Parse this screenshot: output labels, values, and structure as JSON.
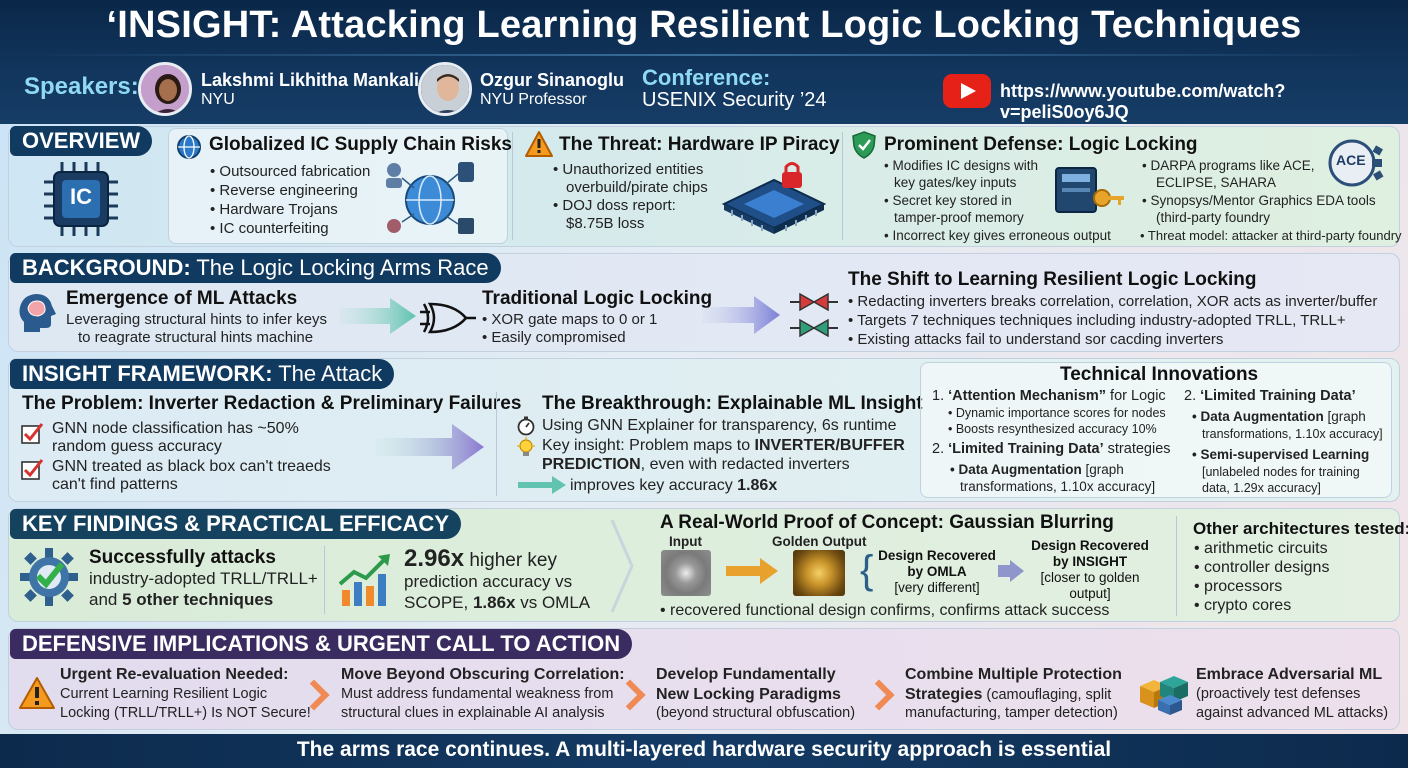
{
  "header": {
    "title": "‘INSIGHT: Attacking Learning Resilient Logic Locking Techniques",
    "speakers_label": "Speakers:",
    "speakers": [
      {
        "name": "Lakshmi Likhitha Mankali",
        "affiliation": "NYU"
      },
      {
        "name": "Ozgur Sinanoglu",
        "affiliation": "NYU Professor"
      }
    ],
    "conference_label": "Conference:",
    "conference": "USENIX Security ’24",
    "youtube_url": "https://www.youtube.com/watch?v=peliS0oy6JQ"
  },
  "overview": {
    "label": "OVERVIEW",
    "ic_label": "IC",
    "supply_chain": {
      "title": "Globalized IC Supply Chain Risks",
      "items": [
        "• Outsourced fabrication",
        "• Reverse engineering",
        "• Hardware Trojans",
        "• IC counterfeiting"
      ]
    },
    "threat": {
      "title": "The Threat: Hardware IP Piracy",
      "items": [
        "• Unauthorized entities",
        "overbuild/pirate chips",
        "• DOJ doss report:",
        "$8.75B loss"
      ]
    },
    "defense": {
      "title": "Prominent Defense: Logic Locking",
      "left": [
        "• Modifies IC designs with",
        "key gates/key inputs",
        "• Secret key stored in",
        "tamper-proof memory",
        "• Incorrect key gives erroneous output"
      ],
      "right": [
        "• DARPA programs like ACE,",
        "ECLIPSE, SAHARA",
        "• Synopsys/Mentor Graphics EDA tools",
        "(third-party foundry",
        "• Threat model: attacker at third-party foundry"
      ],
      "ace_label": "ACE"
    }
  },
  "background": {
    "label_bold": "BACKGROUND:",
    "label_light": " The Logic Locking Arms Race",
    "ml": {
      "title": "Emergence of ML Attacks",
      "lines": [
        "Leveraging structural hints to infer keys",
        "to reagrate structural hints machine"
      ]
    },
    "traditional": {
      "title": "Traditional Logic Locking",
      "items": [
        "• XOR gate maps to 0 or 1",
        "• Easily compromised"
      ]
    },
    "shift": {
      "title": "The Shift to Learning Resilient Logic Locking",
      "items": [
        "• Redacting inverters breaks correlation, correlation, XOR acts as inverter/buffer",
        "• Targets 7 techniques techniques including industry-adopted TRLL, TRLL+",
        "• Existing attacks fail to understand sor cacding inverters"
      ]
    }
  },
  "framework": {
    "label_bold": "INSIGHT FRAMEWORK:",
    "label_light": " The Attack",
    "problem": {
      "title": "The Problem: Inverter Redaction & Preliminary Failures",
      "items": [
        [
          "GNN node classification has ~50%",
          "random guess accuracy"
        ],
        [
          "GNN treated as black box can't treaeds",
          "can't find patterns"
        ]
      ]
    },
    "breakthrough": {
      "title": "The Breakthrough: Explainable ML Insight",
      "line1": "Using GNN Explainer for transparency, 6s runtime",
      "line2a": "Key insight: Problem maps to ",
      "line2b": "INVERTER/BUFFER",
      "line3a": "PREDICTION",
      "line3b": ", even with redacted inverters",
      "line4a": "improves key accuracy ",
      "line4b": "1.86x"
    },
    "tech": {
      "title": "Technical Innovations",
      "c1_h1a": "1. ",
      "c1_h1b": "‘Attention Mechanism”",
      "c1_h1c": " for Logic",
      "c1_b1": "• Dynamic importance scores for nodes",
      "c1_b2": "• Boosts resynthesized accuracy 10%",
      "c1_h2a": "2. ",
      "c1_h2b": "‘Limited Training Data’",
      "c1_h2c": " strategies",
      "c1_b3a": "• Data Augmentation",
      "c1_b3b": " [graph",
      "c1_b3c": "transformations, 1.10x accuracy]",
      "c2_h1a": "2. ",
      "c2_h1b": "‘Limited Training Data’",
      "c2_b1a": "• Data Augmentation",
      "c2_b1b": " [graph",
      "c2_b1c": "transformations, 1.10x accuracy]",
      "c2_b2a": "• Semi-supervised Learning",
      "c2_b2b": "[unlabeled nodes for training",
      "c2_b2c": "data, 1.29x accuracy]"
    }
  },
  "findings": {
    "label": "KEY FINDINGS & PRACTICAL EFFICACY",
    "attacks": {
      "l1": "Successfully attacks",
      "l2": "industry-adopted TRLL/TRLL+",
      "l3a": "and ",
      "l3b": "5 other techniques"
    },
    "accuracy": {
      "big": "2.96x",
      "l1b": " higher key",
      "l2": "prediction accuracy vs",
      "l3a": "SCOPE, ",
      "l3b": "1.86x",
      "l3c": " vs OMLA"
    },
    "poc": {
      "title": "A Real-World Proof of Concept: Gaussian Blurring",
      "input": "Input",
      "golden": "Golden Output",
      "omla_a": "Design Recovered",
      "omla_b": "by OMLA",
      "omla_c": "[very different]",
      "insight_a": "Design Recovered",
      "insight_b": "by INSIGHT",
      "insight_c": "[closer to golden",
      "insight_d": "output]",
      "footer": "• recovered functional design confirms, confirms attack success"
    },
    "other": {
      "title": "Other architectures tested:",
      "items": [
        "• arithmetic circuits",
        "• controller designs",
        "• processors",
        "• crypto cores"
      ]
    }
  },
  "defensive": {
    "label": "DEFENSIVE IMPLICATIONS & URGENT CALL TO ACTION",
    "items": [
      {
        "title": "Urgent Re-evaluation Needed:",
        "lines": [
          "Current Learning Resilient Logic",
          "Locking (TRLL/TRLL+) Is NOT Secure!"
        ]
      },
      {
        "title": "Move Beyond Obscuring Correlation:",
        "lines": [
          "Must address fundamental weakness from",
          "structural clues in explainable AI analysis"
        ]
      },
      {
        "title": "Develop Fundamentally",
        "title2": "New Locking Paradigms",
        "lines": [
          "(beyond structural obfuscation)"
        ]
      },
      {
        "title": "Combine Multiple Protection",
        "title2b": "Strategies",
        "title2c": " (camouflaging, split",
        "lines": [
          "manufacturing, tamper detection)"
        ]
      },
      {
        "title": "Embrace Adversarial ML",
        "lines": [
          "(proactively test defenses",
          "against advanced ML attacks)"
        ]
      }
    ]
  },
  "footer": "The arms race continues. A multi-layered hardware security approach is essential"
}
